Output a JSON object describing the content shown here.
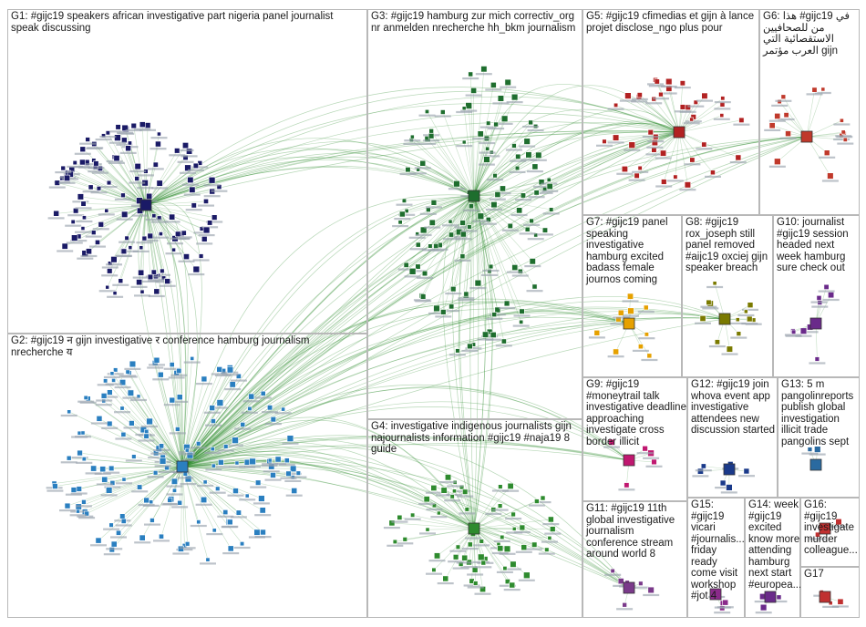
{
  "groups": [
    {
      "id": "G1",
      "label": "G1: #gijc19 speakers african investigative part nigeria panel journalist speak discussing",
      "color": "#1a1a66"
    },
    {
      "id": "G2",
      "label": "G2: #gijc19 न gijn investigative र conference hamburg journalism nrecherche य",
      "color": "#2a7fc0"
    },
    {
      "id": "G3",
      "label": "G3: #gijc19 hamburg zur mich correctiv_org nr anmelden nrecherche hh_bkm journalism",
      "color": "#1e6e2e"
    },
    {
      "id": "G4",
      "label": "G4: investigative indigenous journalists gijn najournalists information #gijc19 #naja19 8 guide",
      "color": "#2e8b2e"
    },
    {
      "id": "G5",
      "label": "G5: #gijc19 cfimedias et gijn à lance projet disclose_ngo plus pour",
      "color": "#b22222"
    },
    {
      "id": "G6",
      "label": "G6: هذا #gijc19 في من للصحافيين الاستقصائية التي العرب مؤتمر gijn",
      "color": "#c0392b"
    },
    {
      "id": "G7",
      "label": "G7: #gijc19 panel speaking investigative hamburg excited badass female journos coming",
      "color": "#e6a100"
    },
    {
      "id": "G8",
      "label": "G8: #gijc19 rox_joseph still panel removed #aijc19 oxciej gijn speaker breach",
      "color": "#7a7a00"
    },
    {
      "id": "G9",
      "label": "G9: #gijc19 #moneytrail talk investigative deadline approaching investigate cross border illicit",
      "color": "#c01870"
    },
    {
      "id": "G10",
      "label": "G10: journalist #gijc19 session headed next week hamburg sure check out",
      "color": "#6a2a8a"
    },
    {
      "id": "G11",
      "label": "G11: #gijc19 11th global investigative journalism conference stream around world 8",
      "color": "#7a3a8a"
    },
    {
      "id": "G12",
      "label": "G12: #gijc19 join whova event app investigative attendees new discussion started",
      "color": "#1a3a8a"
    },
    {
      "id": "G13",
      "label": "G13: 5 m pangolinreports publish global investigation illicit trade pangolins sept",
      "color": "#2a6aa0"
    },
    {
      "id": "G14",
      "label": "G14: week #gijc19 excited know more attending hamburg next start #europea...",
      "color": "#6a2a8a"
    },
    {
      "id": "G15",
      "label": "G15: #gijc19 vicari #journalis... friday ready come visit workshop #jot 4",
      "color": "#8a2a8a"
    },
    {
      "id": "G16",
      "label": "G16: #gijc19 investigate murder colleague...",
      "color": "#c03030"
    },
    {
      "id": "G17",
      "label": "G17",
      "color": "#c03030"
    }
  ],
  "edge_color": "#2e8b2e"
}
